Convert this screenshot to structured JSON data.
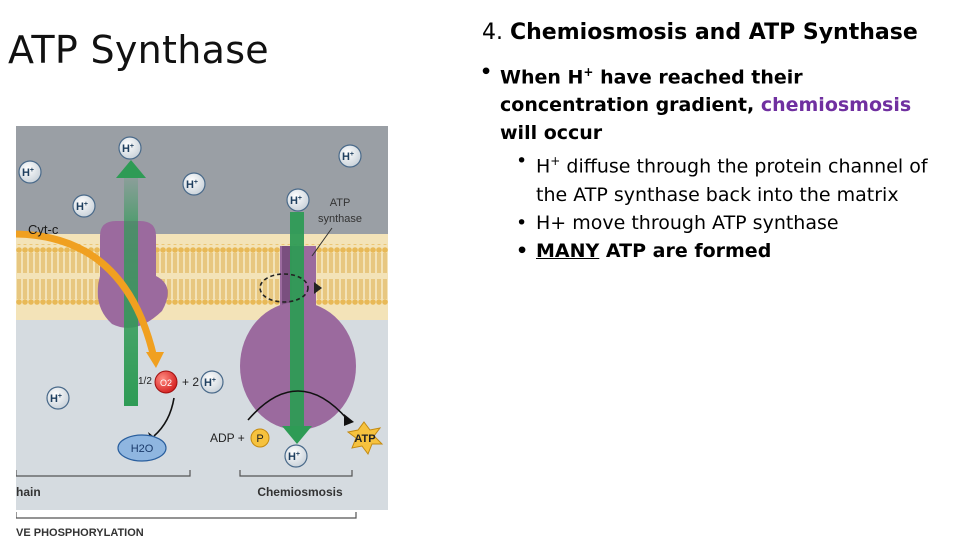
{
  "title": "ATP Synthase",
  "heading": {
    "number": "4.",
    "text": "Chemiosmosis and ATP Synthase"
  },
  "bullets": {
    "b1_pre": "When H",
    "b1_sup": "+",
    "b1_mid": " have reached their concentration gradient, ",
    "b1_highlight": "chemiosmosis",
    "b1_post": " will occur",
    "b2_pre": "H",
    "b2_sup": "+",
    "b2_post": " diffuse through the protein channel of the ATP synthase back into the matrix",
    "b3": "H+ move through ATP synthase",
    "b4_underlined": "MANY",
    "b4_post": " ATP are formed"
  },
  "bullet_glyph": "•",
  "figure": {
    "h_ion": "H",
    "h_sup": "+",
    "cyt_c": "Cyt-c",
    "atp_synthase_line1": "ATP",
    "atp_synthase_line2": "synthase",
    "half": "1/2",
    "o2": "O2",
    "plus2": "+ 2",
    "h2o": "H2O",
    "adp_plus": "ADP +",
    "p": "P",
    "atp": "ATP",
    "chain_label": "hain",
    "chemiosmosis_label": "Chemiosmosis",
    "phosphorylation_label": "VE PHOSPHORYLATION"
  },
  "colors": {
    "intermembrane": "#9a9fa5",
    "matrix": "#d5dbe0",
    "protein": "#9b6a9e",
    "green_arrow": "#2e9b55",
    "orange_arrow": "#f0a020",
    "highlight_text": "#7030a0"
  }
}
